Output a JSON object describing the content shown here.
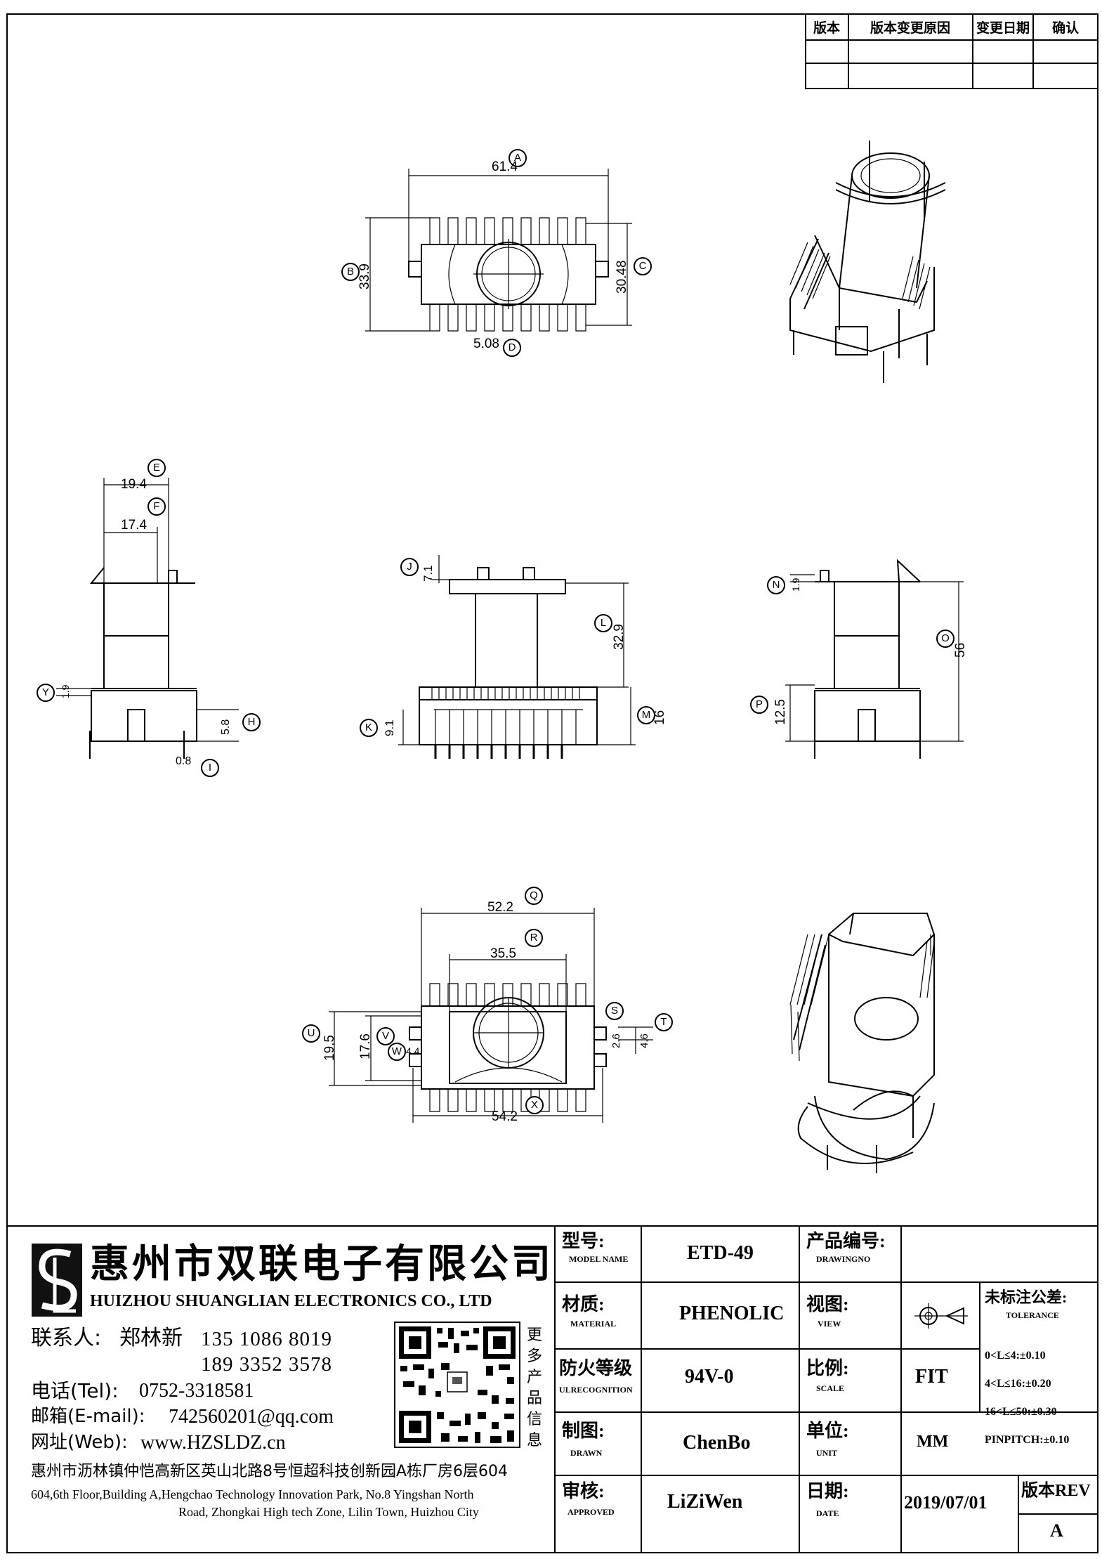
{
  "revision_table": {
    "headers": [
      "版本",
      "版本变更原因",
      "变更日期",
      "确认"
    ]
  },
  "dimensions": {
    "A": "61.4",
    "B": "33.9",
    "C": "30.48",
    "D": "5.08",
    "E": "19.4",
    "F": "17.4",
    "Y": "1.9",
    "H": "5.8",
    "I": "0.8",
    "J": "7.1",
    "L": "32.9",
    "K": "9.1",
    "M": "16",
    "N": "1.9",
    "O": "56",
    "P": "12.5",
    "Q": "52.2",
    "R": "35.5",
    "U": "19.5",
    "V": "17.6",
    "W": "4.4",
    "S": "2.6",
    "T": "4.6",
    "X": "54.2"
  },
  "company": {
    "logo_text": "SL",
    "name_cn": "惠州市双联电子有限公司",
    "name_en": "HUIZHOU SHUANGLIAN ELECTRONICS CO., LTD",
    "contact_label": "联系人:",
    "contact_name": "郑林新",
    "phone1": "135 1086 8019",
    "phone2": "189 3352 3578",
    "tel_label": "电话(Tel):",
    "tel": "0752-3318581",
    "email_label": "邮箱(E-mail):",
    "email": "742560201@qq.com",
    "web_label": "网址(Web):",
    "web": "www.HZSLDZ.cn",
    "qr_caption": [
      "更",
      "多",
      "产",
      "品",
      "信",
      "息"
    ],
    "address_cn": "惠州市沥林镇仲恺高新区英山北路8号恒超科技创新园A栋厂房6层604",
    "address_en1": "604,6th Floor,Building A,Hengchao Technology Innovation Park, No.8 Yingshan North",
    "address_en2": "Road, Zhongkai High tech Zone, Lilin Town, Huizhou City"
  },
  "title_block": {
    "model_label_cn": "型号:",
    "model_label_en": "MODEL NAME",
    "model": "ETD-49",
    "drawingno_label_cn": "产品编号:",
    "drawingno_label_en": "DRAWINGNO",
    "drawingno": "",
    "material_label_cn": "材质:",
    "material_label_en": "MATERIAL",
    "material": "PHENOLIC",
    "view_label_cn": "视图:",
    "view_label_en": "VIEW",
    "tolerance_label_cn": "未标注公差:",
    "tolerance_label_en": "TOLERANCE",
    "tolerances": [
      "0<L≤4:±0.10",
      "4<L≤16:±0.20",
      "16<L≤50:±0.30",
      "PINPITCH:±0.10"
    ],
    "fire_label_cn": "防火等级",
    "fire_label_en": "ULRECOGNITION",
    "fire": "94V-0",
    "scale_label_cn": "比例:",
    "scale_label_en": "SCALE",
    "scale": "FIT",
    "drawn_label_cn": "制图:",
    "drawn_label_en": "DRAWN",
    "drawn": "ChenBo",
    "unit_label_cn": "单位:",
    "unit_label_en": "UNIT",
    "unit": "MM",
    "approved_label_cn": "审核:",
    "approved_label_en": "APPROVED",
    "approved": "LiZiWen",
    "date_label_cn": "日期:",
    "date_label_en": "DATE",
    "date": "2019/07/01",
    "rev_label": "版本REV",
    "rev": "A"
  }
}
